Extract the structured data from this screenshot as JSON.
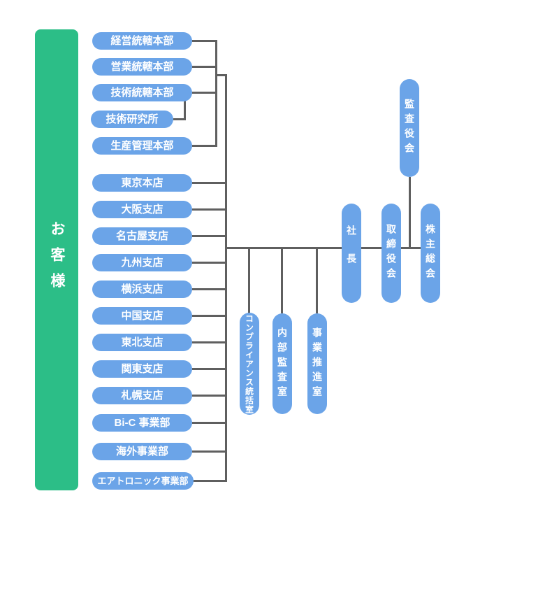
{
  "org_chart": {
    "customer": {
      "label": "お客様"
    },
    "hq_nodes": [
      {
        "label": "経営統轄本部"
      },
      {
        "label": "営業統轄本部"
      },
      {
        "label": "技術統轄本部"
      },
      {
        "label": "技術研究所"
      },
      {
        "label": "生産管理本部"
      }
    ],
    "branch_nodes": [
      {
        "label": "東京本店"
      },
      {
        "label": "大阪支店"
      },
      {
        "label": "名古屋支店"
      },
      {
        "label": "九州支店"
      },
      {
        "label": "横浜支店"
      },
      {
        "label": "中国支店"
      },
      {
        "label": "東北支店"
      },
      {
        "label": "関東支店"
      },
      {
        "label": "札幌支店"
      },
      {
        "label": "Bi-C 事業部"
      },
      {
        "label": "海外事業部"
      },
      {
        "label": "エアトロニック事業部"
      }
    ],
    "staff_rooms": [
      {
        "label": "コンプライアンス統括室"
      },
      {
        "label": "内部監査室"
      },
      {
        "label": "事業推進室"
      }
    ],
    "executive_nodes": [
      {
        "label": "社長"
      },
      {
        "label": "取締役会"
      },
      {
        "label": "株主総会"
      },
      {
        "label": "監査役会"
      }
    ],
    "colors": {
      "node_blue": "#6ba4e8",
      "customer_green": "#2cbe87",
      "connector_gray": "#5f5f5f",
      "node_text": "#ffffff",
      "background": "#ffffff"
    }
  }
}
